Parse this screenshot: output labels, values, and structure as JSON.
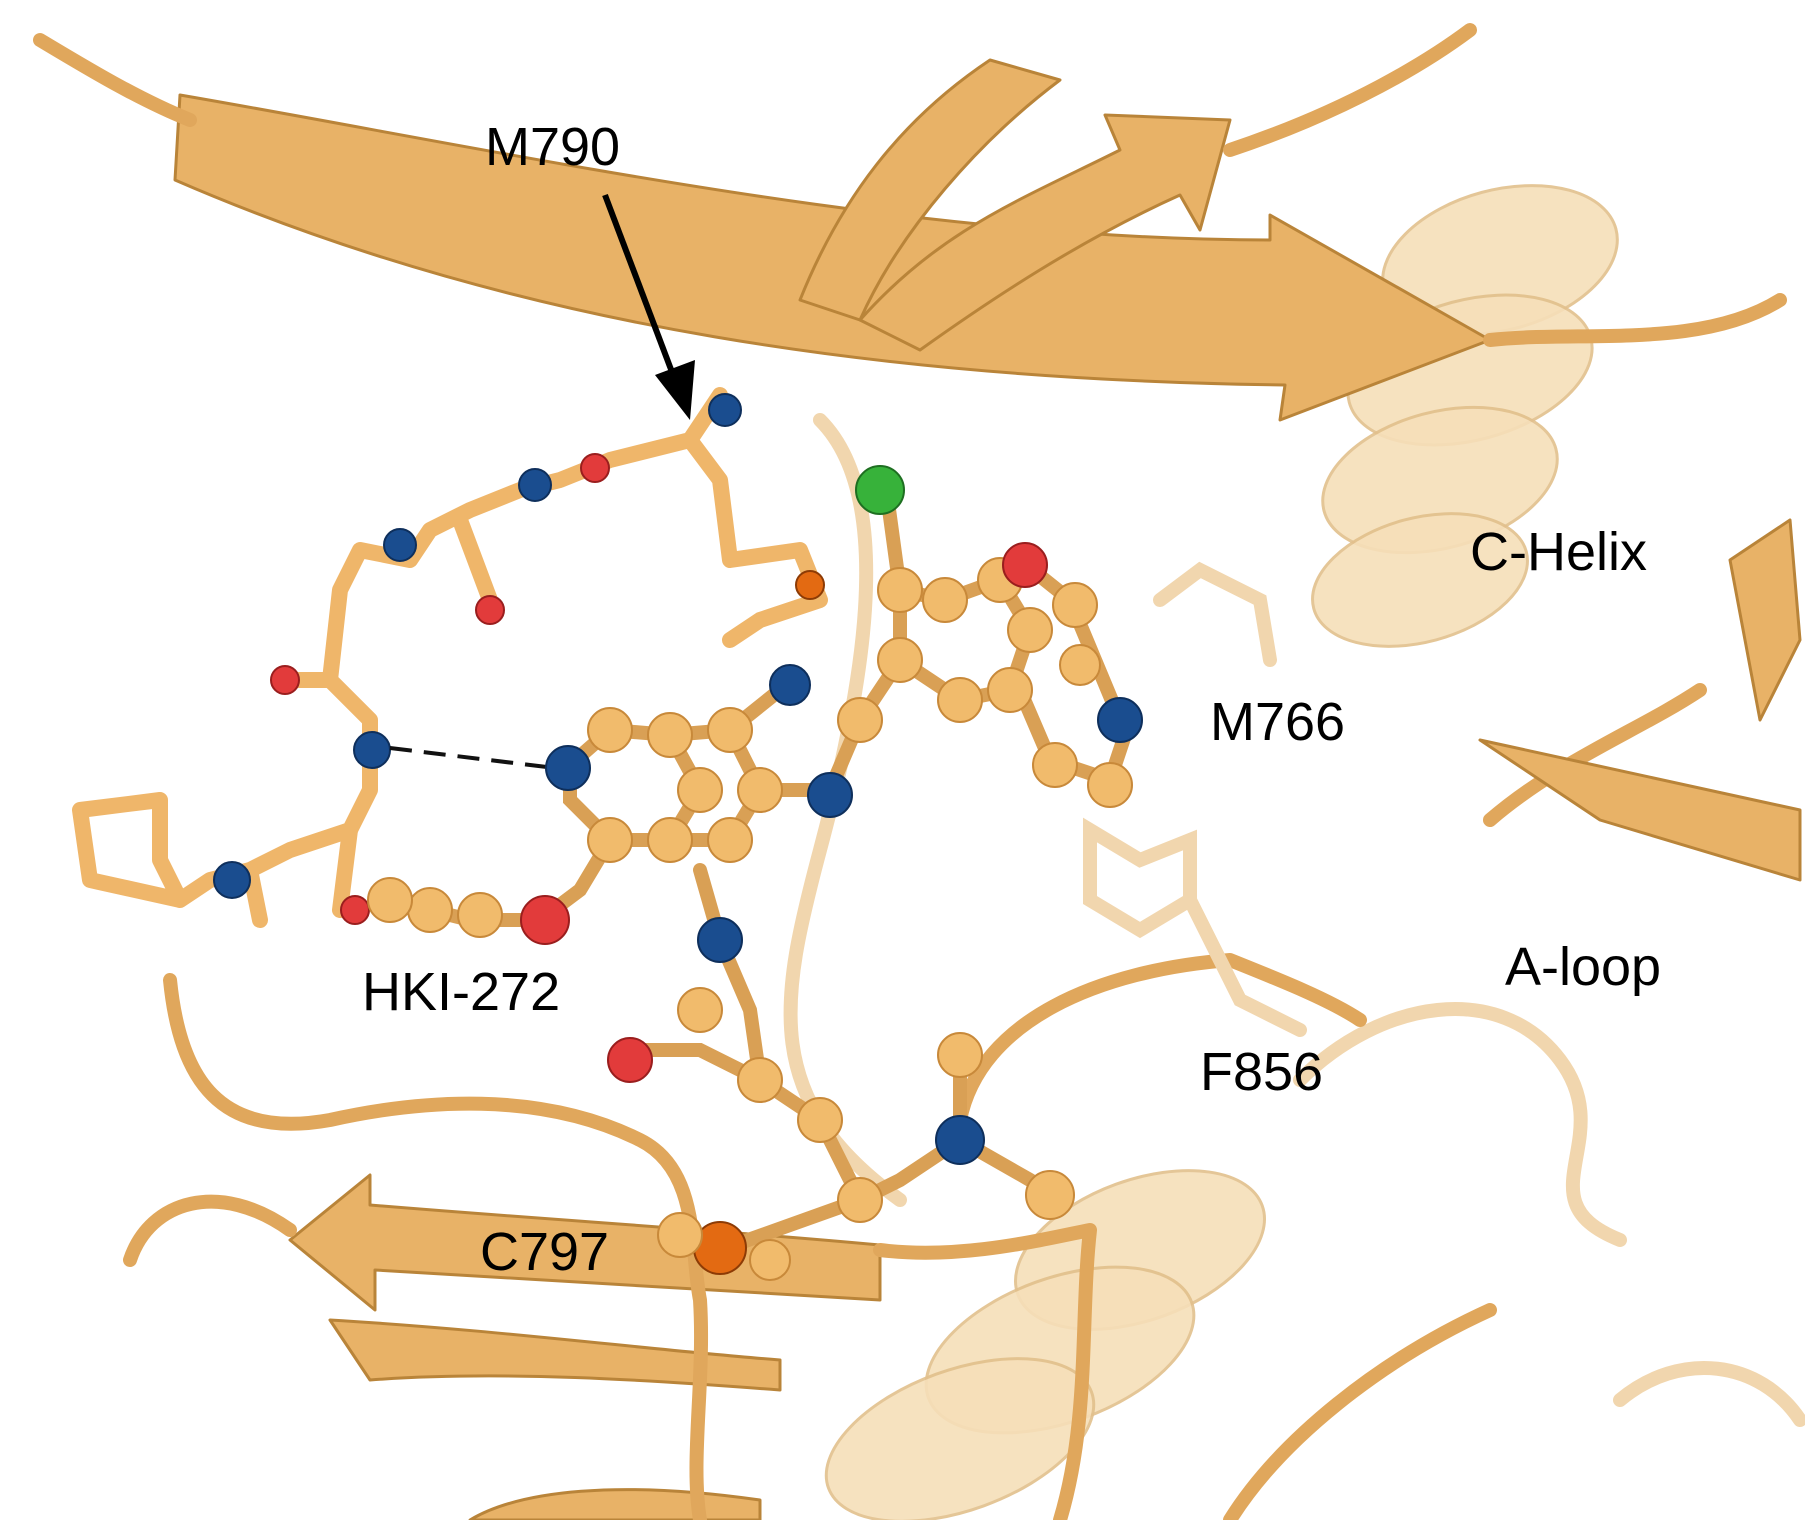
{
  "labels": {
    "m790": "M790",
    "c_helix": "C-Helix",
    "m766": "M766",
    "a_loop": "A-loop",
    "hki272": "HKI-272",
    "f856": "F856",
    "c797": "C797"
  },
  "colors": {
    "protein_ribbon": "#e8b267",
    "protein_ribbon_pale": "#f6dfb9",
    "carbon": "#f1bb6c",
    "nitrogen": "#1a4d8f",
    "oxygen": "#e23b3b",
    "sulfur": "#e36a12",
    "chlorine": "#37b23a",
    "label_text": "#000000"
  }
}
